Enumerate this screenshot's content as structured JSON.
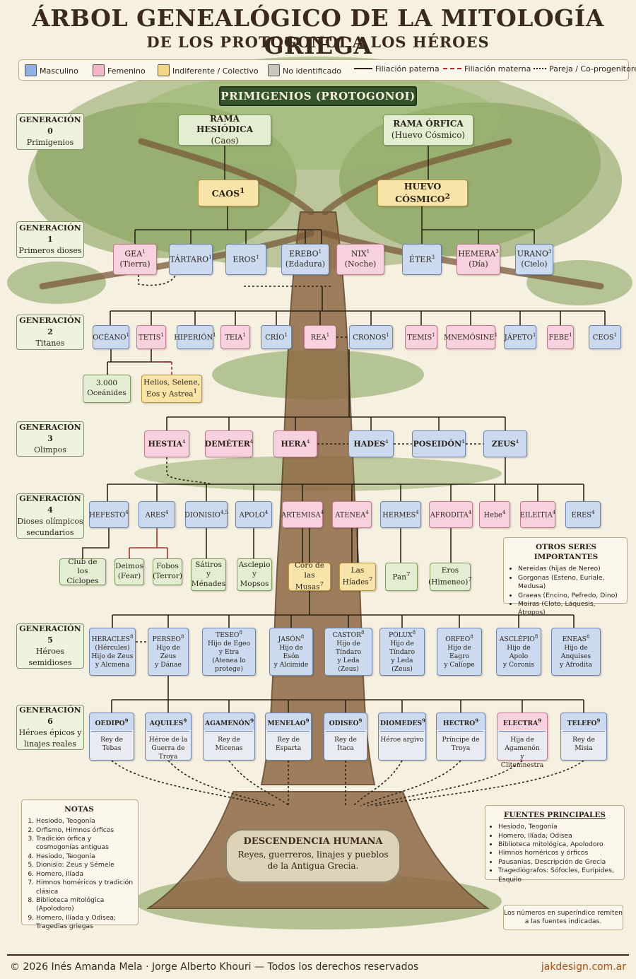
{
  "title": "ÁRBOL GENEALÓGICO DE LA MITOLOGÍA GRIEGA",
  "subtitle": "DE LOS PROTOGONOI A LOS HÉROES",
  "legend": {
    "masculino": "Masculino",
    "femenino": "Femenino",
    "indiferente": "Indiferente / Colectivo",
    "no_id": "No identificado",
    "paterna": "Filiación paterna",
    "materna": "Filiación materna",
    "pareja": "Pareja / Co-progenitores"
  },
  "colors": {
    "masculino": "#ccdaf0",
    "femenino": "#f7d2de",
    "indiferente": "#f8e3a8",
    "no_id": "#d0cdc6",
    "paterna": "#2b2418",
    "materna": "#b3302a",
    "branch": "#e3edd2"
  },
  "banner": "PRIMIGENIOS (PROTOGONOI)",
  "generations": [
    {
      "title": "GENERACIÓN 0",
      "sub": "Primigenios"
    },
    {
      "title": "GENERACIÓN 1",
      "sub": "Primeros dioses"
    },
    {
      "title": "GENERACIÓN 2",
      "sub": "Titanes"
    },
    {
      "title": "GENERACIÓN 3",
      "sub": "Olimpos"
    },
    {
      "title": "GENERACIÓN 4",
      "sub": "Dioses olímpicos secundarios"
    },
    {
      "title": "GENERACIÓN 5",
      "sub": "Héroes semidioses"
    },
    {
      "title": "GENERACIÓN 6",
      "sub": "Héroes épicos y linajes reales"
    }
  ],
  "g0": {
    "hesiodica": {
      "name": "RAMA HESIÓDICA",
      "sub": "(Caos)"
    },
    "orfica": {
      "name": "RAMA ÓRFICA",
      "sub": "(Huevo Cósmico)"
    },
    "caos": {
      "name": "CAOS",
      "sup": "1"
    },
    "huevo": {
      "name": "HUEVO CÓSMICO",
      "sup": "2"
    }
  },
  "g1": [
    {
      "name": "GEA",
      "sub": "(Tierra)",
      "sup": "1"
    },
    {
      "name": "TÁRTARO",
      "sub": "",
      "sup": "1"
    },
    {
      "name": "EROS",
      "sub": "",
      "sup": "1"
    },
    {
      "name": "EREBO",
      "sub": "(Edadura)",
      "sup": "1"
    },
    {
      "name": "NIX",
      "sub": "(Noche)",
      "sup": "1"
    },
    {
      "name": "ÉTER",
      "sub": "",
      "sup": "3"
    },
    {
      "name": "HEMERA",
      "sub": "(Día)",
      "sup": "3"
    },
    {
      "name": "URANO",
      "sub": "(Cielo)",
      "sup": "3"
    }
  ],
  "g2": [
    {
      "name": "OCÉANO",
      "sup": "1"
    },
    {
      "name": "TETIS",
      "sup": "1"
    },
    {
      "name": "HIPERIÓN",
      "sup": "1"
    },
    {
      "name": "TEIA",
      "sup": "1"
    },
    {
      "name": "CRÍO",
      "sup": "1"
    },
    {
      "name": "REA",
      "sup": "1"
    },
    {
      "name": "CRONOS",
      "sup": "1"
    },
    {
      "name": "TEMIS",
      "sup": "1"
    },
    {
      "name": "MNEMÓSINE",
      "sup": "1"
    },
    {
      "name": "JÁPETO",
      "sup": "1"
    },
    {
      "name": "FEBE",
      "sup": "1"
    },
    {
      "name": "CEOS",
      "sup": "1"
    }
  ],
  "g2_children": [
    {
      "l1": "3.000",
      "l2": "Oceánides",
      "sup": ""
    },
    {
      "l1": "Helios, Selene,",
      "l2": "Eos y Astrea",
      "sup": "1"
    }
  ],
  "g3": [
    {
      "name": "HESTIA",
      "sup": "4"
    },
    {
      "name": "DEMÉTER",
      "sup": "4"
    },
    {
      "name": "HERA",
      "sup": "4"
    },
    {
      "name": "HADES",
      "sup": "4"
    },
    {
      "name": "POSEIDÓN",
      "sup": "4"
    },
    {
      "name": "ZEUS",
      "sup": "4"
    }
  ],
  "g4": [
    {
      "name": "HEFESTO",
      "sup": "4"
    },
    {
      "name": "ARES",
      "sup": "4"
    },
    {
      "name": "DIONISIO",
      "sup": "4,5"
    },
    {
      "name": "APOLO",
      "sup": "4"
    },
    {
      "name": "ARTEMISA",
      "sup": "4"
    },
    {
      "name": "ATENEA",
      "sup": "4"
    },
    {
      "name": "HERMES",
      "sup": "4"
    },
    {
      "name": "AFRODITA",
      "sup": "4"
    },
    {
      "name": "Hebe",
      "sup": "4"
    },
    {
      "name": "EILEITIA",
      "sup": "4"
    },
    {
      "name": "ERES",
      "sup": "4"
    }
  ],
  "g4_children": [
    {
      "l1": "Club de",
      "l2": "los Cíclopes",
      "l3": "",
      "sup": ""
    },
    {
      "l1": "Deimos",
      "l2": "(Fear)",
      "l3": "",
      "sup": ""
    },
    {
      "l1": "Fobos",
      "l2": "(Terror)",
      "l3": "",
      "sup": ""
    },
    {
      "l1": "Sátiros",
      "l2": "y",
      "l3": "Ménades",
      "sup": ""
    },
    {
      "l1": "Asclepio",
      "l2": "y",
      "l3": "Mopsos",
      "sup": ""
    },
    {
      "l1": "Coro de",
      "l2": "las Musas",
      "l3": "",
      "sup": "7"
    },
    {
      "l1": "Las",
      "l2": "Híades",
      "l3": "",
      "sup": "7"
    },
    {
      "l1": "Pan",
      "l2": "",
      "l3": "",
      "sup": "7"
    },
    {
      "l1": "Eros",
      "l2": "(Himeneo)",
      "l3": "",
      "sup": "7"
    }
  ],
  "otros": {
    "title": "OTROS SERES IMPORTANTES",
    "items": [
      "Nereidas (hijas de Nereo)",
      "Gorgonas (Esteno, Euriale, Medusa)",
      "Graeas (Encino, Pefredo, Dino)",
      "Moiras (Cloto, Láquesis, Átropos)"
    ]
  },
  "g5": [
    {
      "name": "HERACLES",
      "sup": "8",
      "l2": "(Hércules)",
      "l3": "Hijo de Zeus",
      "l4": "y Alcmena"
    },
    {
      "name": "PERSEO",
      "sup": "8",
      "l2": "Hijo de Zeus",
      "l3": "y Dánae",
      "l4": ""
    },
    {
      "name": "TESEO",
      "sup": "8",
      "l2": "Hijo de Egeo",
      "l3": "y Etra",
      "l4": "(Atenea lo protege)"
    },
    {
      "name": "JASÓN",
      "sup": "8",
      "l2": "Hijo de Esón",
      "l3": "y Alcimide",
      "l4": ""
    },
    {
      "name": "CASTOR",
      "sup": "8",
      "l2": "Hijo de Tíndaro",
      "l3": "y Leda",
      "l4": "(Zeus)"
    },
    {
      "name": "PÓLUX",
      "sup": "8",
      "l2": "Hijo de Tíndaro",
      "l3": "y Leda",
      "l4": "(Zeus)"
    },
    {
      "name": "ORFEO",
      "sup": "8",
      "l2": "Hijo de Eagro",
      "l3": "y Calíope",
      "l4": ""
    },
    {
      "name": "ASCLÉPIO",
      "sup": "8",
      "l2": "Hijo de Apolo",
      "l3": "y Coronis",
      "l4": ""
    },
    {
      "name": "ENEAS",
      "sup": "8",
      "l2": "Hijo de Anquises",
      "l3": "y Afrodita",
      "l4": ""
    }
  ],
  "g6": [
    {
      "name": "OEDIPO",
      "sup": "9",
      "l2": "Rey de Tebas",
      "l3": ""
    },
    {
      "name": "AQUILES",
      "sup": "9",
      "l2": "Héroe de la",
      "l3": "Guerra de Troya"
    },
    {
      "name": "AGAMENÓN",
      "sup": "9",
      "l2": "Rey de Micenas",
      "l3": ""
    },
    {
      "name": "MENELAO",
      "sup": "9",
      "l2": "Rey de Esparta",
      "l3": ""
    },
    {
      "name": "ODISEO",
      "sup": "9",
      "l2": "Rey de Ítaca",
      "l3": ""
    },
    {
      "name": "DIOMEDES",
      "sup": "9",
      "l2": "Héroe argivo",
      "l3": ""
    },
    {
      "name": "HECTRO",
      "sup": "9",
      "l2": "Príncipe de Troya",
      "l3": ""
    },
    {
      "name": "ELECTRA",
      "sup": "9",
      "l2": "Hija de Agamenón",
      "l3": "y Clitemnestra"
    },
    {
      "name": "TELEFO",
      "sup": "9",
      "l2": "Rey de Misia",
      "l3": ""
    }
  ],
  "notas": {
    "title": "NOTAS",
    "items": [
      "Hesiodo, Teogonía",
      "Orfismo, Himnos órficos",
      "Tradición órfica y cosmogonías antiguas",
      "Hesiodo, Teogonía",
      "Dionisio: Zeus y Sémele",
      "Homero, Ilíada",
      "Himnos homéricos y tradición clásica",
      "Biblioteca mitológica (Apolodoro)",
      "Homero, Ilíada y Odisea; Tragedias griegas"
    ]
  },
  "descendencia": {
    "title": "DESCENDENCIA HUMANA",
    "l1": "Reyes, guerreros, linajes y pueblos",
    "l2": "de la Antigua Grecia."
  },
  "fuentes": {
    "title": "FUENTES PRINCIPALES",
    "items": [
      "Hesiodo, Teogonía",
      "Homero, Ilíada; Odisea",
      "Biblioteca mitológica, Apolodoro",
      "Himnos homéricos y órficos",
      "Pausanias, Descripción de Grecia",
      "Tragediógrafos: Sófocles, Eurípides, Esquilo"
    ]
  },
  "nota_numeros": {
    "l1": "Los números en superíndice remiten",
    "l2": "a las fuentes indicadas."
  },
  "footer": {
    "left": "© 2026  Inés Amanda Mela  ·  Jorge Alberto Khouri  —  Todos los derechos reservados",
    "right": "jakdesign.com.ar"
  }
}
